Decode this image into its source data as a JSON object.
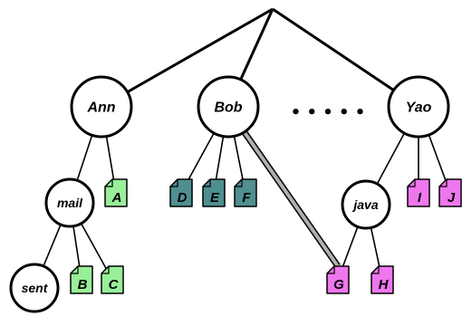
{
  "nodes": [
    {
      "id": "ann",
      "label": "Ann"
    },
    {
      "id": "bob",
      "label": "Bob"
    },
    {
      "id": "yao",
      "label": "Yao"
    },
    {
      "id": "mail",
      "label": "mail"
    },
    {
      "id": "java",
      "label": "java"
    },
    {
      "id": "sent",
      "label": "sent"
    }
  ],
  "ellipsis": "• • • • •",
  "files": [
    {
      "id": "A",
      "label": "A",
      "color": "#99ee99"
    },
    {
      "id": "B",
      "label": "B",
      "color": "#99ee99"
    },
    {
      "id": "C",
      "label": "C",
      "color": "#99ee99"
    },
    {
      "id": "D",
      "label": "D",
      "color": "#4f8f8f"
    },
    {
      "id": "E",
      "label": "E",
      "color": "#4f8f8f"
    },
    {
      "id": "F",
      "label": "F",
      "color": "#4f8f8f"
    },
    {
      "id": "G",
      "label": "G",
      "color": "#ee77ee"
    },
    {
      "id": "H",
      "label": "H",
      "color": "#ee77ee"
    },
    {
      "id": "I",
      "label": "I",
      "color": "#ee77ee"
    },
    {
      "id": "J",
      "label": "J",
      "color": "#ee77ee"
    }
  ],
  "edges": [
    [
      "root",
      "ann"
    ],
    [
      "root",
      "bob"
    ],
    [
      "root",
      "yao"
    ],
    [
      "ann",
      "mail"
    ],
    [
      "ann",
      "A"
    ],
    [
      "mail",
      "sent"
    ],
    [
      "mail",
      "B"
    ],
    [
      "mail",
      "C"
    ],
    [
      "bob",
      "D"
    ],
    [
      "bob",
      "E"
    ],
    [
      "bob",
      "F"
    ],
    [
      "yao",
      "java"
    ],
    [
      "yao",
      "I"
    ],
    [
      "yao",
      "J"
    ],
    [
      "java",
      "G"
    ],
    [
      "java",
      "H"
    ]
  ],
  "link": {
    "from": "bob",
    "to": "G",
    "color": "#b0b0b0"
  }
}
